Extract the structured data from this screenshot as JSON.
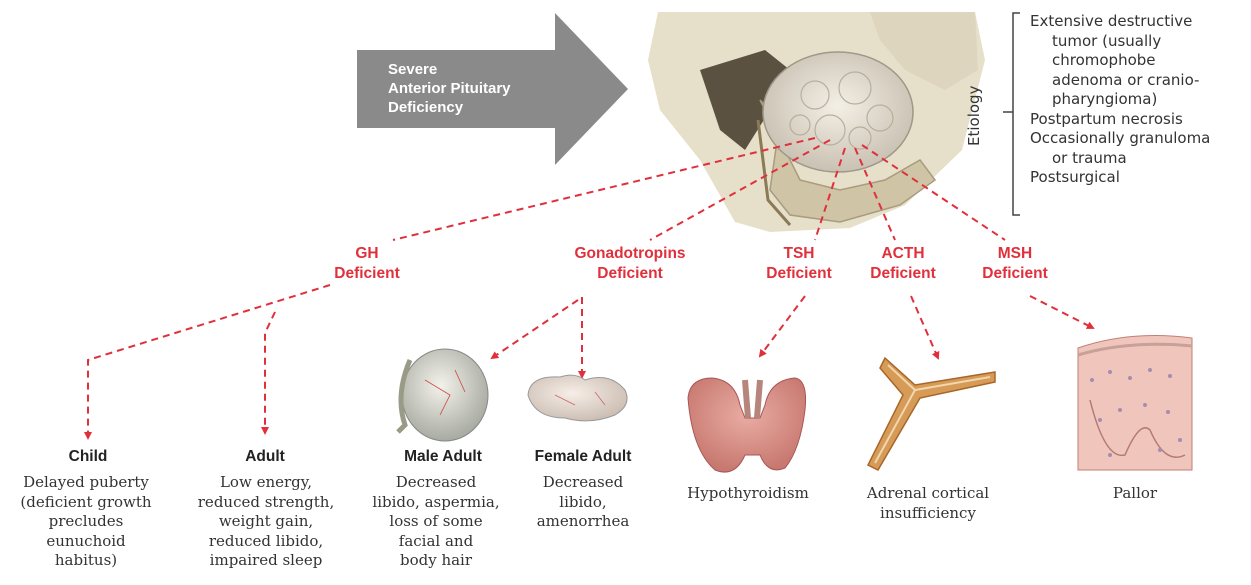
{
  "arrow": {
    "label_lines": [
      "Severe",
      "Anterior Pituitary",
      "Deficiency"
    ]
  },
  "etiology": {
    "label": "Etiology",
    "items": [
      "Extensive destructive",
      "tumor (usually",
      "chromophobe",
      "adenoma or cranio-",
      "pharyngioma)",
      "Postpartum necrosis",
      "Occasionally granuloma",
      "or trauma",
      "Postsurgical"
    ]
  },
  "hormones": {
    "gh": [
      "GH",
      "Deficient"
    ],
    "gonadotropins": [
      "Gonadotropins",
      "Deficient"
    ],
    "tsh": [
      "TSH",
      "Deficient"
    ],
    "acth": [
      "ACTH",
      "Deficient"
    ],
    "msh": [
      "MSH",
      "Deficient"
    ]
  },
  "outcomes": {
    "child": {
      "title": "Child",
      "lines": [
        "Delayed puberty",
        "(deficient growth",
        "precludes",
        "eunuchoid",
        "habitus)"
      ]
    },
    "adult": {
      "title": "Adult",
      "lines": [
        "Low energy,",
        "reduced strength,",
        "weight gain,",
        "reduced libido,",
        "impaired sleep"
      ]
    },
    "male_adult": {
      "title": "Male Adult",
      "lines": [
        "Decreased",
        "libido, aspermia,",
        "loss of some",
        "facial and",
        "body hair"
      ]
    },
    "female_adult": {
      "title": "Female Adult",
      "lines": [
        "Decreased",
        "libido,",
        "amenorrhea"
      ]
    },
    "hypothyroidism": {
      "lines": [
        "Hypothyroidism"
      ]
    },
    "adrenal": {
      "lines": [
        "Adrenal cortical",
        "insufficiency"
      ]
    },
    "pallor": {
      "lines": [
        "Pallor"
      ]
    }
  },
  "colors": {
    "accent_red": "#e0303c",
    "arrow_gray": "#8a8a8a"
  }
}
